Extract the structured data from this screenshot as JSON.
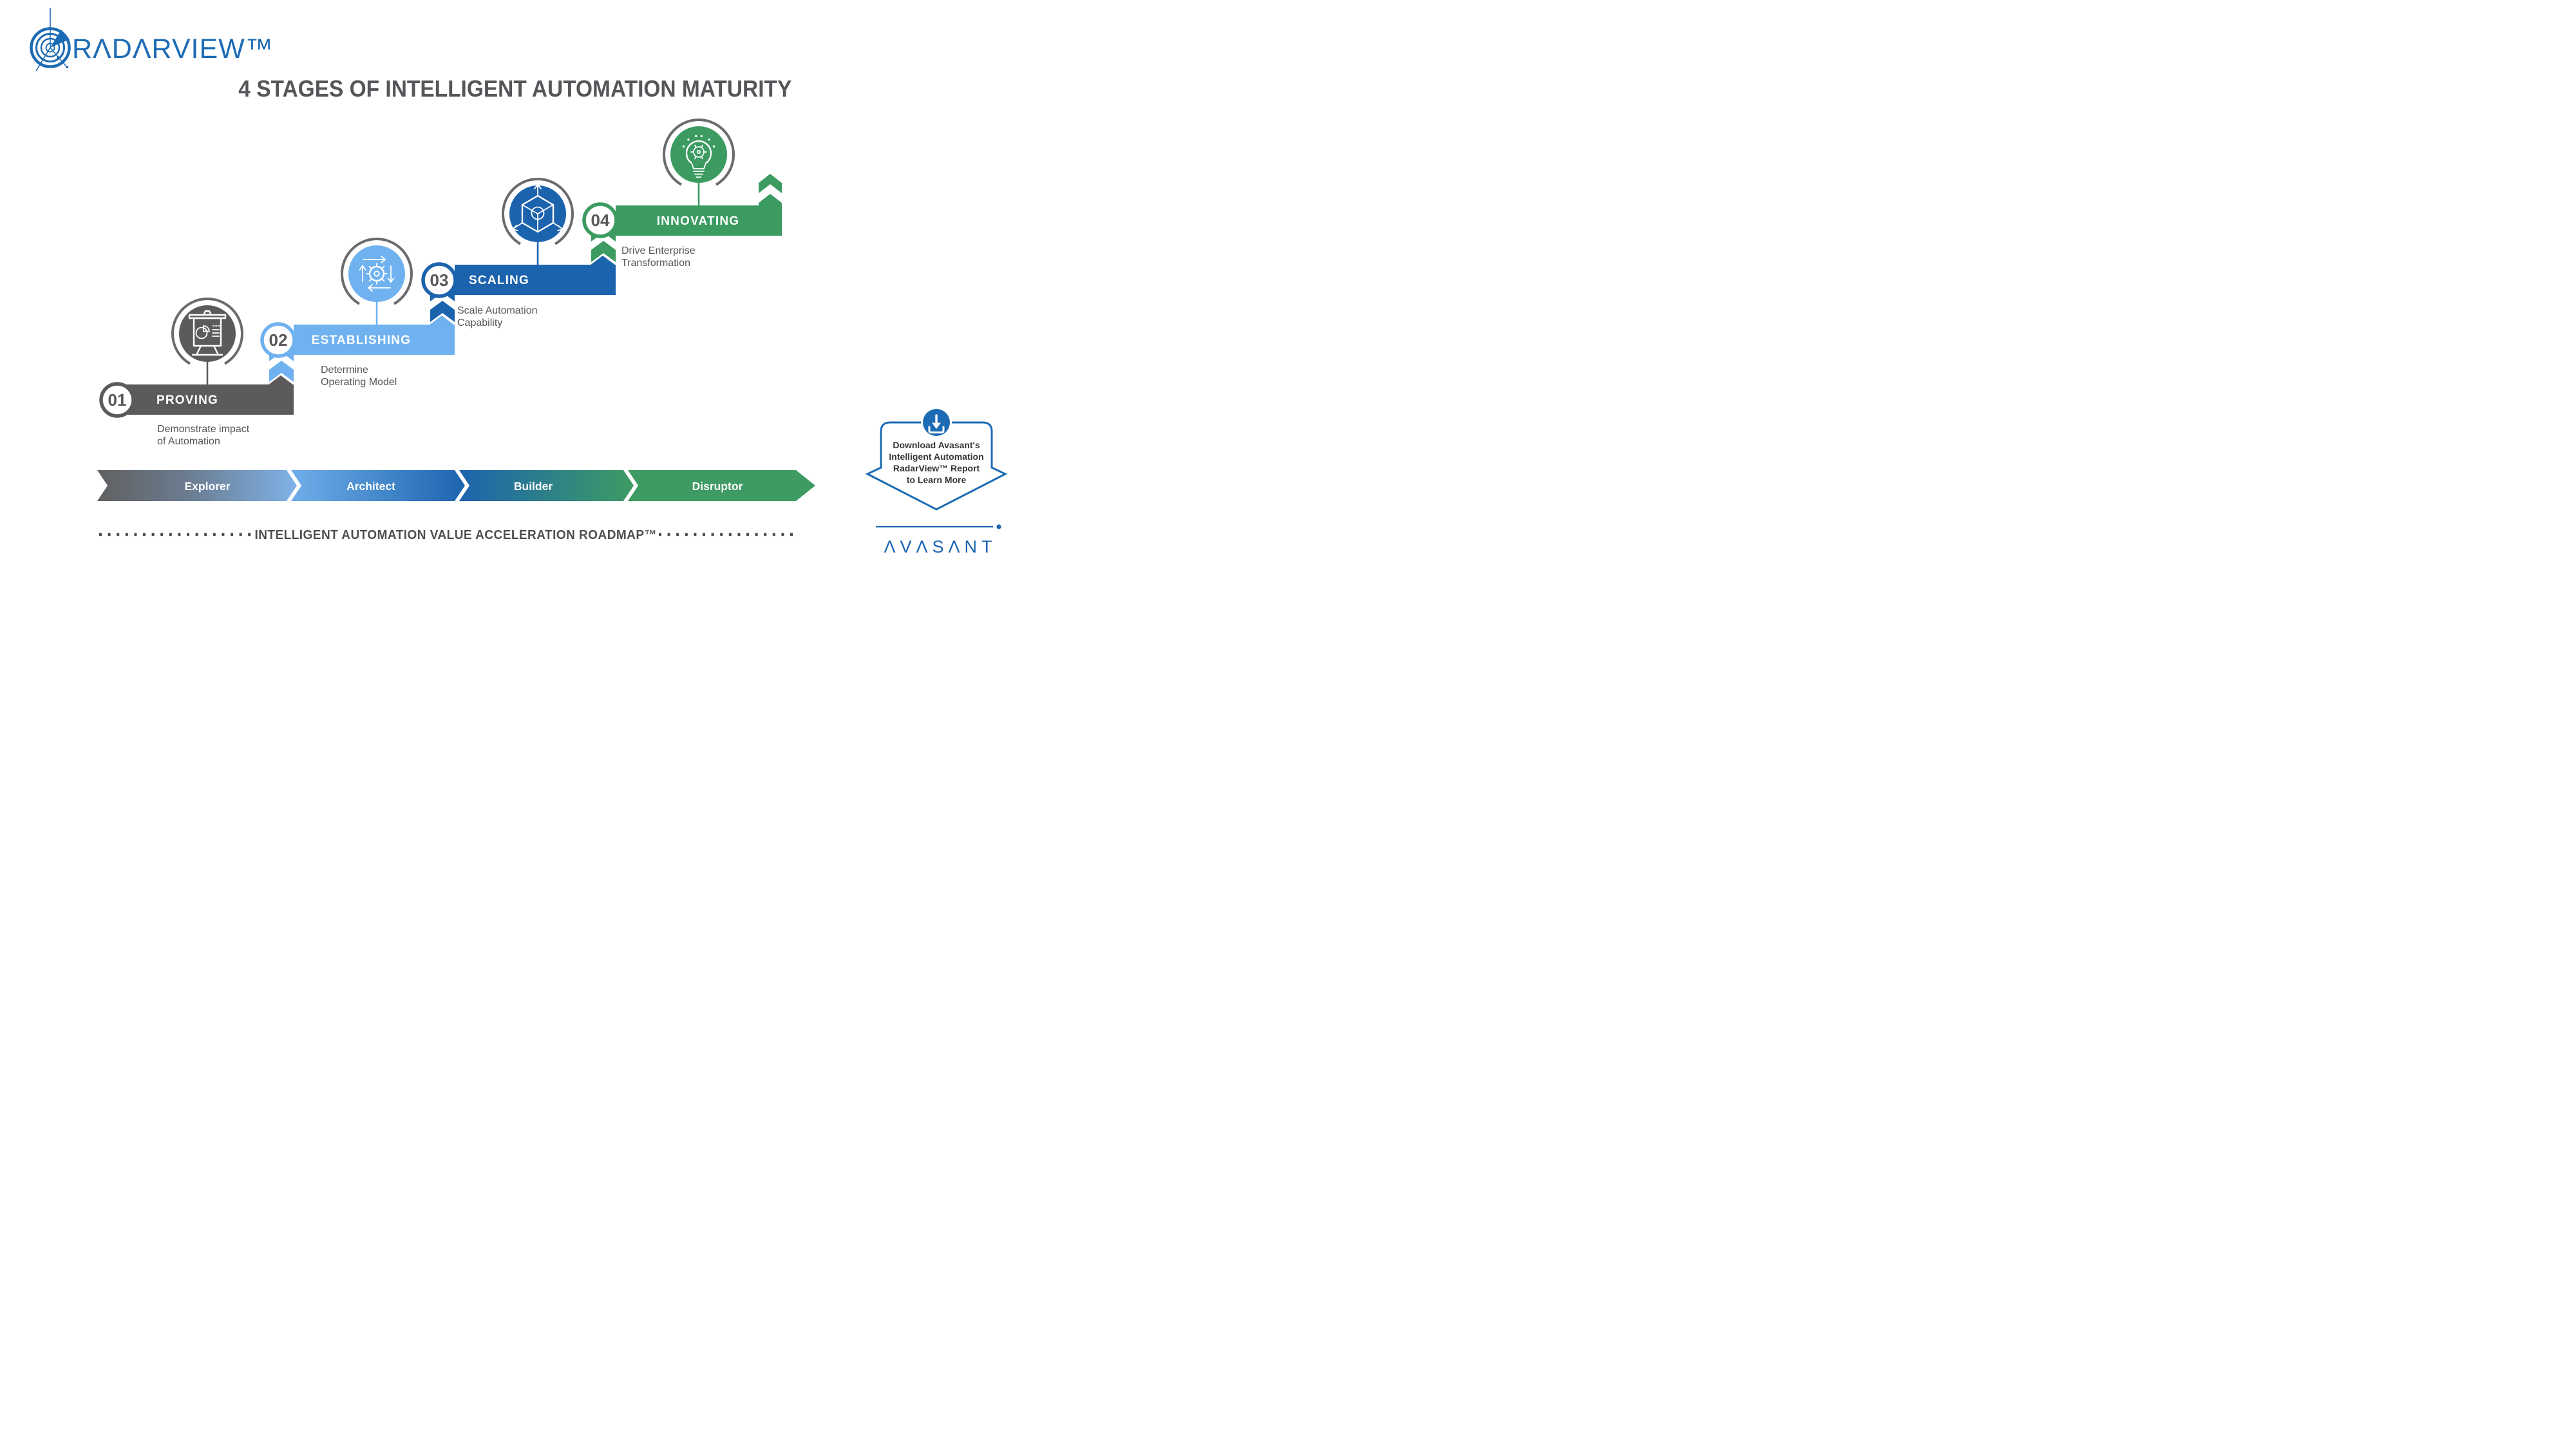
{
  "brand": {
    "radarview_logo": "RΛDΛRVIEW™",
    "avasant_logo": "ΛVΛSΛNT"
  },
  "title": "4 STAGES OF INTELLIGENT AUTOMATION MATURITY",
  "stages": [
    {
      "number": "01",
      "label": "PROVING",
      "desc_line1": "Demonstrate impact",
      "desc_line2": "of Automation",
      "color": "#5D5A5C",
      "icon": "presentation-chart-icon"
    },
    {
      "number": "02",
      "label": "ESTABLISHING",
      "desc_line1": "Determine",
      "desc_line2": "Operating Model",
      "color": "#6FB2EF",
      "icon": "gear-cycle-icon"
    },
    {
      "number": "03",
      "label": "SCALING",
      "desc_line1": "Scale Automation",
      "desc_line2": "Capability",
      "color": "#1C63AE",
      "icon": "cube-network-icon"
    },
    {
      "number": "04",
      "label": "INNOVATING",
      "desc_line1": "Drive Enterprise",
      "desc_line2": "Transformation",
      "color": "#3B9B61",
      "icon": "lightbulb-gear-icon"
    }
  ],
  "roadmap": {
    "caption": "INTELLIGENT AUTOMATION VALUE ACCELERATION ROADMAP™",
    "segments": [
      {
        "label": "Explorer"
      },
      {
        "label": "Architect"
      },
      {
        "label": "Builder"
      },
      {
        "label": "Disruptor"
      }
    ]
  },
  "download_badge": {
    "line1": "Download Avasant's",
    "line2": "Intelligent Automation",
    "line3": "RadarView™ Report",
    "line4": "to Learn More"
  },
  "colors": {
    "brand_blue": "#1D6BB4",
    "avasant_blue": "#1B64B0",
    "text_dark_gray": "#55545A",
    "stage1_gray": "#5D5A5C",
    "stage2_light_blue": "#6FB2EF",
    "stage3_dark_blue": "#1C63AE",
    "stage4_green": "#3B9B61"
  }
}
